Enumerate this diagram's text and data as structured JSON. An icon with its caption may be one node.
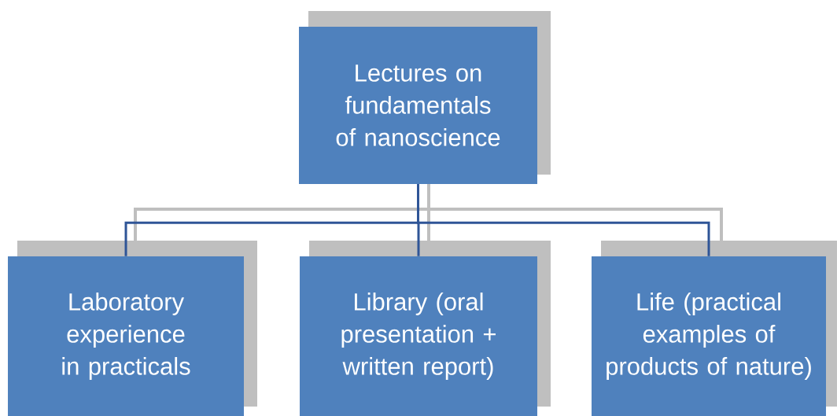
{
  "diagram": {
    "nodes": [
      {
        "text": [
          "Lectures on fundamentals of nanoscience"
        ]
      },
      {
        "text": [
          "Laboratory experience in practicals"
        ]
      },
      {
        "text": [
          "Library (oral presentation + written report)"
        ]
      },
      {
        "text": [
          "Life   (practical examples of products of nature)"
        ]
      }
    ],
    "edges": [
      {
        "from": 0,
        "to": 1,
        "arrow": "none"
      },
      {
        "from": 0,
        "to": 2,
        "arrow": "none"
      },
      {
        "from": 0,
        "to": 3,
        "arrow": "none"
      }
    ]
  }
}
